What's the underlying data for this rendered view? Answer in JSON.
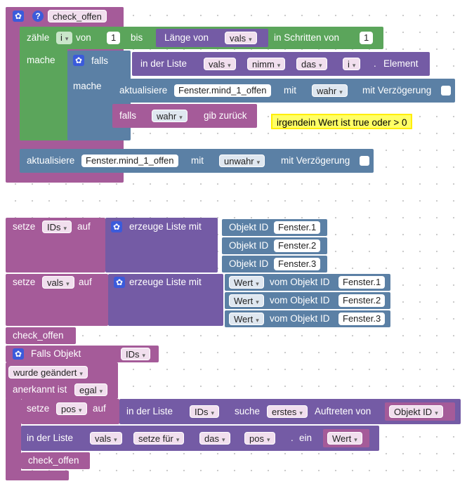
{
  "fn": {
    "name": "check_offen",
    "loop": {
      "label_count": "zähle",
      "var": "i",
      "label_from": "von",
      "from": "1",
      "label_to": "bis",
      "length_of": "Länge von",
      "list": "vals",
      "label_step": "in Schritten von",
      "step": "1",
      "label_do": "mache"
    },
    "if_block": {
      "label_if": "falls",
      "label_do": "mache",
      "in_list": "in der Liste",
      "list": "vals",
      "get": "nimm",
      "which": "das",
      "index": "i",
      "dot": ".",
      "element": "Element",
      "update_label": "aktualisiere",
      "state": "Fenster.mind_1_offen",
      "with": "mit",
      "value": "wahr",
      "delay": "mit Verzögerung",
      "return_if": "falls",
      "return_value": "wahr",
      "return_label": "gib zurück"
    },
    "comment": "irgendein Wert ist true oder > 0",
    "final_update": {
      "label": "aktualisiere",
      "state": "Fenster.mind_1_offen",
      "with": "mit",
      "value": "unwahr",
      "delay": "mit Verzögerung"
    }
  },
  "main": {
    "set_label": "setze",
    "to_label": "auf",
    "ids_var": "IDs",
    "create_list": "erzeuge Liste mit",
    "object_id": "Objekt ID",
    "windows": [
      "Fenster.1",
      "Fenster.2",
      "Fenster.3"
    ],
    "vals_var": "vals",
    "value_label": "Wert",
    "from_object": "vom Objekt ID",
    "call": "check_offen"
  },
  "trigger": {
    "label": "Falls Objekt",
    "ids": "IDs",
    "changed": "wurde geändert",
    "ack_label": "anerkannt ist",
    "ack_value": "egal",
    "set_label": "setze",
    "pos_var": "pos",
    "to_label": "auf",
    "in_list": "in der Liste",
    "ids_var": "IDs",
    "search": "suche",
    "first": "erstes",
    "occurrence": "Auftreten von",
    "object_id": "Objekt ID",
    "in_list2": "in der Liste",
    "vals_var": "vals",
    "set_for": "setze für",
    "which": "das",
    "pos2": "pos",
    "dot": ".",
    "a": "ein",
    "value": "Wert",
    "call": "check_offen"
  }
}
